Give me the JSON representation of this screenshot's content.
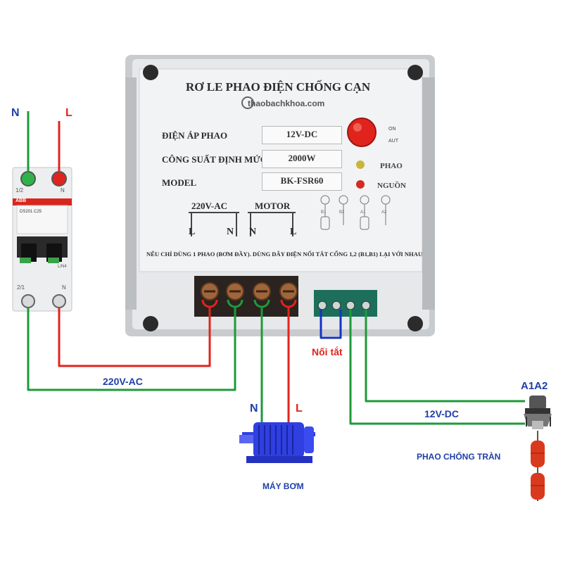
{
  "breaker": {
    "top_n_label": "N",
    "top_l_label": "L",
    "pole_left_top": "1/2",
    "pole_right_top": "N",
    "pole_left_bottom": "2/1",
    "pole_right_bottom": "N",
    "brand": "ABB",
    "model": "DS201 C25",
    "side_label": "L/N4"
  },
  "relay": {
    "title": "RƠ LE PHAO ĐIỆN CHỐNG CẠN",
    "website": "thaobachkhoa.com",
    "row1_label": "ĐIỆN ÁP PHAO",
    "row1_value": "12V-DC",
    "row2_label": "CÔNG SUẤT ĐỊNH MỨC",
    "row2_value": "2000W",
    "row3_label": "MODEL",
    "row3_value": "BK-FSR60",
    "led_phao": "PHAO",
    "led_nguon": "NGUỒN",
    "button_on": "ON",
    "button_aut": "AUT",
    "input_label": "220V-AC",
    "motor_label": "MOTOR",
    "term_l1": "L",
    "term_n1": "N",
    "term_n2": "N",
    "term_l2": "L",
    "float_b1": "B1",
    "float_b2": "B2",
    "float_a1": "A1",
    "float_a2": "A2",
    "note": "NẾU CHỈ DÙNG 1 PHAO (BƠM ĐẦY). DÙNG DÂY ĐIỆN NỐI TẮT CỔNG 1,2 (B1,B1) LẠI VỚI NHAU"
  },
  "wiring": {
    "supply_label": "220V-AC",
    "short_label": "Nối tắt",
    "dc_label": "12V-DC",
    "float_terminal": "A1A2",
    "float_name": "PHAO CHỐNG TRÀN",
    "pump_n": "N",
    "pump_l": "L",
    "pump_name": "MÁY BƠM"
  },
  "colors": {
    "live_wire": "#e0241d",
    "neutral_wire": "#1e9a3a",
    "short_wire": "#1533c4",
    "label_blue": "#1f3fa8",
    "motor_blue": "#2f3fe0",
    "float_red": "#d93a1d"
  }
}
